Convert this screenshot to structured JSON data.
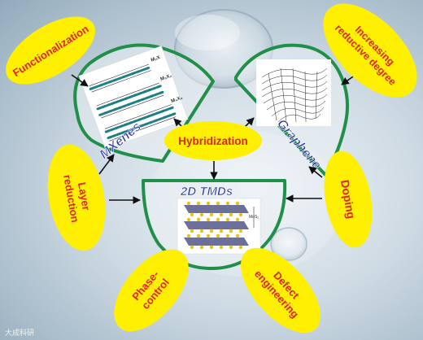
{
  "bubbles": {
    "functionalization": "Functionalization",
    "increasing": [
      "Increasing",
      "reductive degree"
    ],
    "hybridization": "Hybridization",
    "layer_reduction": [
      "Layer",
      "reduction"
    ],
    "doping": "Doping",
    "phase_control": [
      "Phase-",
      "control"
    ],
    "defect_engineering": [
      "Defect",
      "engineering"
    ]
  },
  "panels": {
    "mxenes": "MXenes",
    "graphene": "Graphene",
    "tmds": "2D TMDs"
  },
  "insets": {
    "mxene_labels": [
      "M₂X",
      "M₃X₂",
      "M₄X₃"
    ],
    "tmd_label": "MoS₂"
  },
  "watermark": "大成科研",
  "colors": {
    "bubble_fill": "#ffef00",
    "bubble_text": "#e0261f",
    "panel_border": "#1f8f4a",
    "panel_text": "#2e3a9c",
    "arrow": "#111111"
  }
}
